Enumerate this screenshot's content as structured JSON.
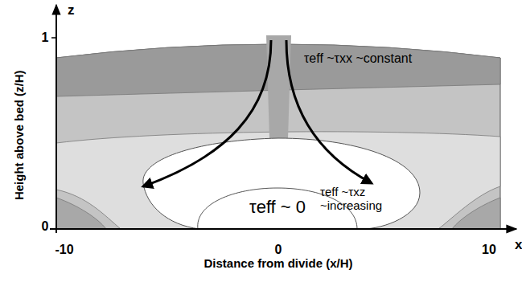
{
  "diagram": {
    "labels": [
      "z",
      "1",
      "0",
      "Height above bed (z/H)",
      "x",
      "-10",
      "0",
      "10",
      "Distance from divide (x/H)",
      "τeff ~τxx ~constant",
      "τeff ~ 0",
      "τeff ~τxz ~increasing"
    ]
  }
}
